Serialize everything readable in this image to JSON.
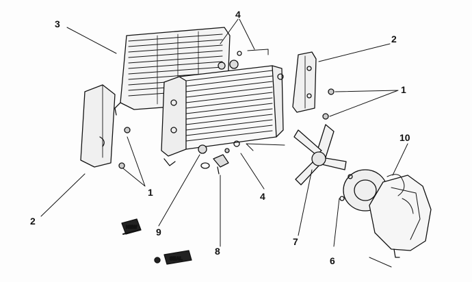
{
  "callouts": {
    "c1_right": "1",
    "c1_left": "1",
    "c2_right": "2",
    "c2_left": "2",
    "c3": "3",
    "c4_top": "4",
    "c4_bottom": "4",
    "c6": "6",
    "c7": "7",
    "c8": "8",
    "c9": "9",
    "c10": "10"
  },
  "symbols": {
    "new_part": "NEW",
    "sealant": "SEAL"
  },
  "colors": {
    "ink": "#111111",
    "paper": "#fdfdfd",
    "shade": "#9a9a9a"
  }
}
